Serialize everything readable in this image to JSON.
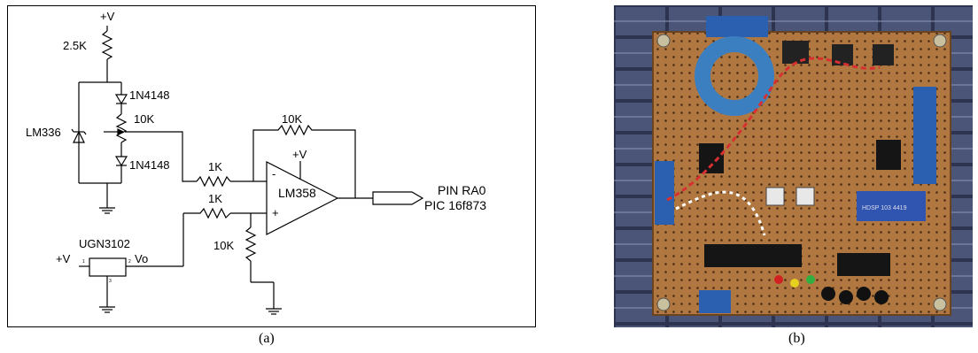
{
  "figure": {
    "caption_a": "(a)",
    "caption_b": "(b)"
  },
  "schematic": {
    "vplus_top": "+V",
    "r_top": "2.5K",
    "diode_top": "1N4148",
    "pot": "10K",
    "zener": "LM336",
    "diode_bottom": "1N4148",
    "r_feedback": "10K",
    "opamp_vplus": "+V",
    "opamp_minus": "-",
    "opamp_plus": "+",
    "opamp_name": "LM358",
    "r_in1": "1K",
    "r_in2": "1K",
    "r_ground": "10K",
    "sensor_name": "UGN3102",
    "sensor_vplus": "+V",
    "sensor_vo": "Vo",
    "sensor_pin1": "1",
    "sensor_pin2": "2",
    "sensor_pin3": "3",
    "output_pin": "PIN RA0",
    "output_chip": "PIC 16f873"
  },
  "photo": {
    "board_label": "HDSP 103 4419"
  }
}
